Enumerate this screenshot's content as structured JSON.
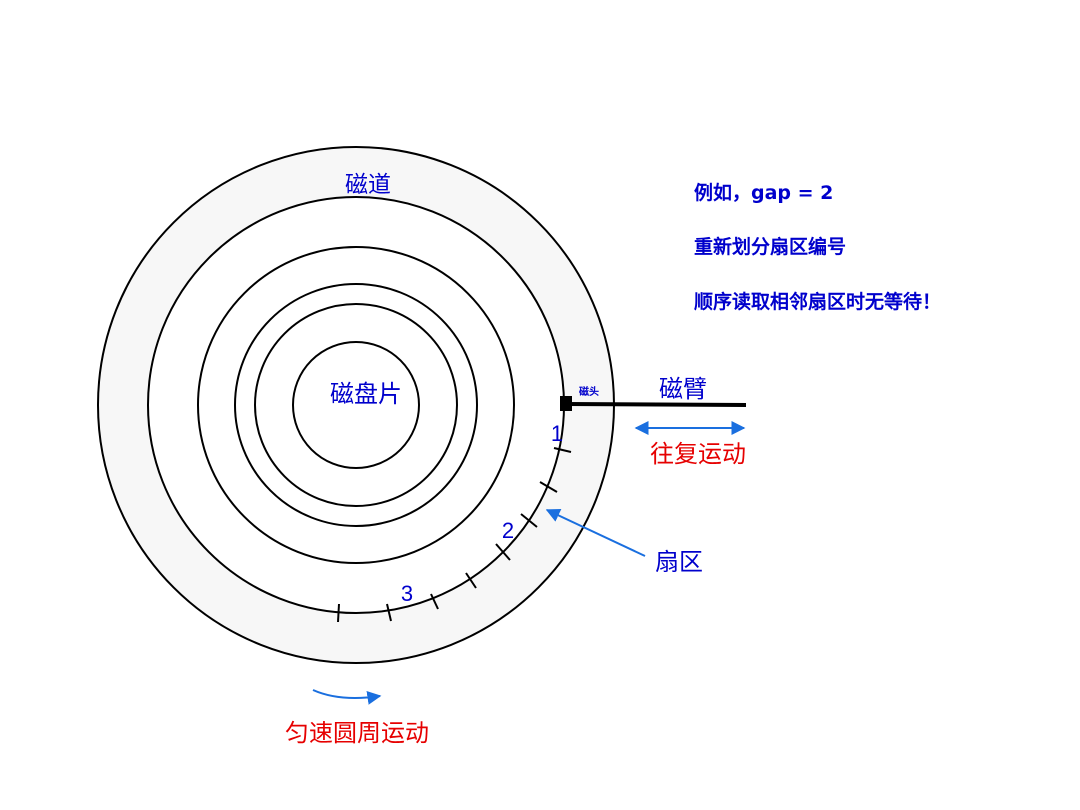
{
  "labels": {
    "track": "磁道",
    "platter": "磁盘片",
    "head": "磁头",
    "arm": "磁臂",
    "arm_motion": "往复运动",
    "sector": "扇区",
    "rotation": "匀速圆周运动"
  },
  "sector_numbers": [
    "1",
    "2",
    "3"
  ],
  "notes": [
    "例如，gap = 2",
    "重新划分扇区编号",
    "顺序读取相邻扇区时无等待！"
  ],
  "colors": {
    "blue_text": "#0000cc",
    "red_text": "#e60000",
    "arrow": "#1a6fdf",
    "line": "#000000"
  }
}
